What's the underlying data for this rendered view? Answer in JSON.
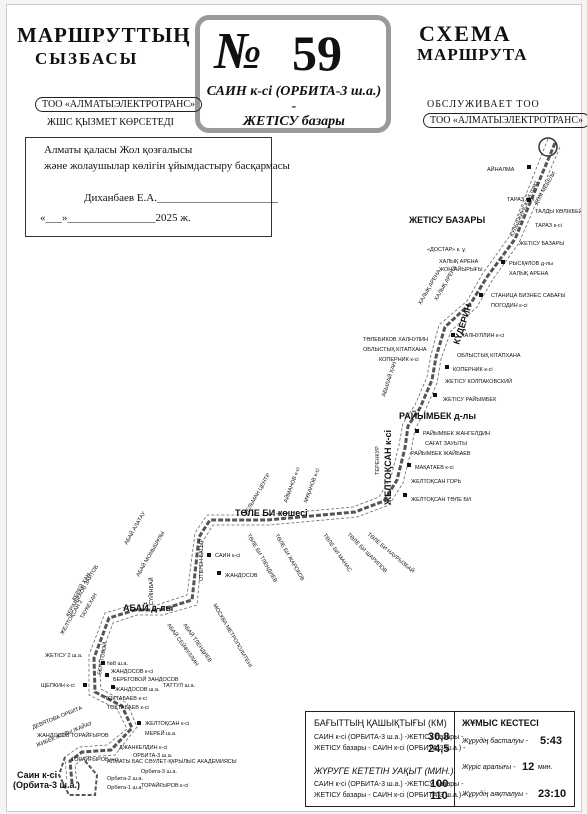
{
  "header": {
    "left_title": "МАРШРУТТЫҢ",
    "left_subtitle": "СЫЗБАСЫ",
    "right_title": "СХЕМА",
    "right_subtitle": "МАРШРУТА",
    "number_sign": "№",
    "route_number": "59",
    "route_line1": "САИН к-сі (ОРБИТА-3 ш.а.) -",
    "route_line2": "ЖЕТІСУ базары"
  },
  "operator": {
    "left_pill": "ТОО «АЛМАТЫЭЛЕКТРОТРАНС»",
    "left_caption": "ЖШС ҚЫЗМЕТ КӨРСЕТЕДІ",
    "right_caption": "ОБСЛУЖИВАЕТ ТОО",
    "right_pill": "ТОО «АЛМАТЫЭЛЕКТРОТРАНС»"
  },
  "approval": {
    "line1": "Алматы қаласы Жол қозғалысы",
    "line2": "және жолаушылар көлігін ұйымдастыру басқармасы",
    "signer": "Диханбаев Е.А.______________________",
    "date": "«___»________________2025 ж."
  },
  "map": {
    "streets": [
      {
        "id": "raiymbek",
        "text": "РАЙЫМБЕК д-лы"
      },
      {
        "id": "tole-bi",
        "text": "ТӨЛЕ БИ көшесі"
      },
      {
        "id": "abai",
        "text": "АБАЙ д-лы"
      },
      {
        "id": "zheltoksan",
        "text": "ЖЕЛТОҚСАН к-сі"
      },
      {
        "id": "tlendiev",
        "text": "ТЕРЕНКУР"
      },
      {
        "id": "kuderina",
        "text": "КҮДЕРИН"
      },
      {
        "id": "momyshuly",
        "text": "ОТЕГЕН БАТЫР"
      },
      {
        "id": "toktabaev",
        "text": "ТОКТАБАЕВ к-сі"
      },
      {
        "id": "beregovoi",
        "text": "БЕРЕГОВОЙ"
      },
      {
        "id": "kuldzhinskii",
        "text": "КУЛЬДЖИНСКИЙ тракт"
      },
      {
        "id": "suyunbai",
        "text": "СҮЙІНБАЙ"
      },
      {
        "id": "toraigyrov",
        "text": "ТОРАЙҒЫРОВ к-сі"
      }
    ],
    "terminals": [
      {
        "id": "start",
        "line1": "Саин к-сі",
        "line2": "(Орбита-3 ш.а.)"
      },
      {
        "id": "end",
        "line1": "ЖЕТІСУ БАЗАРЫ",
        "line2": ""
      }
    ],
    "stops": [
      "АЙНАЛМА",
      "ДОМ МЕБЕЛИ",
      "ТАРАЗ к-сі",
      "ТАЛДЫ КӨЛІКБЕЙ",
      "ТАРАЗ к-сі",
      "ЖЕТІСУ БАЗАРЫ",
      "«ДОСТАР» к. ұ.",
      "РЫСҚҰЛОВ д-лы",
      "ХАЛЫҚ АРЕНА",
      "ХАЛЫҚ АРЕНА",
      "ЖОН АЙЫРЫҒЫ",
      "СТАНИЦА БИЗНЕС САБАҒЫ",
      "ПОГОДИН к-сі",
      "ХАЛЫҚ АРЕНА",
      "ХАЛЫҚ АРЕНА",
      "ТӨЛЕБИКОВ ХАЛНУЛИН",
      "ХАЛНУЛЛИН к-сі",
      "ОБЛЫСТЫҚ КІТАПХАНА",
      "ОБЛЫСТЫҚ КІТАПХАНА",
      "КОПЕРНИК к-сі",
      "КОПЕРНИК к-сі",
      "ЖЕТІСУ КОЛПАКОВСКИЙ",
      "ЖЕТІСУ РАЙЫМБЕК",
      "АБЫЛАЙ ХАН",
      "РАЙЫМБЕК ЖАНГЕЛДИН",
      "САҒАТ ЗАУЫТЫ",
      "РАЙЫМБЕК ЖАЙБАЕВ",
      "МАҚАТАЕВ к-сі",
      "ЖЕЛТОҚСАН ГОРЬ",
      "ЖЕЛТОҚСАН ТӨЛЕ БИ",
      "ТӨЛЕ БИ НАУРЫЗБАЙ",
      "ТӨЛЕ БИ ШАРИПОВ",
      "МҰҚАНОВ к-сі",
      "ТӨЛЕ БИ МАНАС",
      "АЙМАНОВ к-сі",
      "ТӨЛЕ БИ ЖАРОКОВ",
      "ТӨЛЕ БИ ТЛЕНДИЕВ",
      "МОСКВА МЕТРОПОЛИТЕНІ",
      "АБАЙ АЛАТАУ",
      "АБАЙ МОМЫШҰЛЫ",
      "АБАЙ СЕЙФУЛЛИН",
      "АБАЙ ТЛЕНДИЕВ",
      "САИН к-сі",
      "ЖАНДОСОВ",
      "ЖАНДОСОВ к-сі",
      "ТЕЛЬМАН ЦЕНТР",
      "ТАТТУЛ ш.а.",
      "КЕРЕЙ ХАН",
      "№8 ш.а.",
      "ЖЕЛТОҚСАН 2",
      "ЩЕПКИН к-сі",
      "ЖЕТІСУ 2 ш.а.",
      "КЕРІМБЕКОВ ЗАЙТОВ",
      "ТАУКЕХАН",
      "БЕРЕГОВОЙ ЗАНДОСОВ",
      "ЖАНДОСОВ ш.а.",
      "ТОҚТАБАЕВ к-сі",
      "ЖЕЛТОҚСАН к-сі",
      "МЕРЕЙ ш.а.",
      "ДЖАНКЕЛДИН к-сі",
      "ЖИБЕК ЖОЛЫ ЖАЙАУ",
      "АЛМАТЫ БАС СӘУЛЕТ-ҚҰРЫЛЫС АКАДЕМИЯСЫ",
      "ОРБИТА-3 ш.а.",
      "Орбита-2 ш.а.",
      "Орбита-3 ш.а.",
      "Орбита-1 ш.а.",
      "ТОРАЙҒЫРОВ к-сі",
      "ЖАНДОСОВ ТОРАЙҒЫРОВ",
      "ДЕВЯТОВА ОРБИТА"
    ]
  },
  "info": {
    "distance_title": "БАҒЫТТЫҢ ҚАШЫҚТЫҒЫ (КМ)",
    "distance_rows": [
      {
        "label": "САИН к-сі (ОРБИТА-3 ш.а.) -ЖЕТІСУ базары -",
        "value": "30,8"
      },
      {
        "label": "ЖЕТІСУ базары - САИН к-сі (ОРБИТА-3 ш.а.) -",
        "value": "24,5"
      }
    ],
    "time_title": "ЖҮРУГЕ КЕТЕТІН УАҚЫТ (МИН.)",
    "time_rows": [
      {
        "label": "САИН к-сі (ОРБИТА-3 ш.а.) -ЖЕТІСУ базары -",
        "value": "100"
      },
      {
        "label": "ЖЕТІСУ базары - САИН к-сі (ОРБИТА-3 ш.а.) -",
        "value": "110"
      }
    ],
    "schedule_title": "ЖҰМЫС КЕСТЕСІ",
    "start_label": "Жұрудің басталуы -",
    "start_value": "5:43",
    "interval_label": "Жүріс аралығы -",
    "interval_value": "12",
    "interval_unit": "мин.",
    "end_label": "Жұрудің аяқталуы -",
    "end_value": "23:10"
  },
  "colors": {
    "route_line": "#555555",
    "frame_grey": "#9a9a9a",
    "ink": "#111111"
  }
}
